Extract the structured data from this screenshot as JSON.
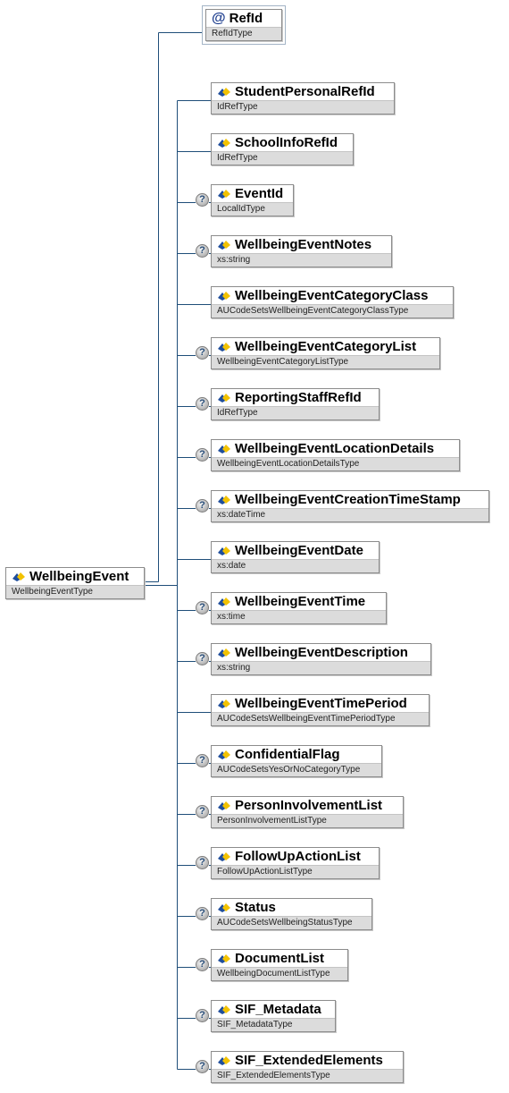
{
  "root": {
    "name": "WellbeingEvent",
    "type": "WellbeingEventType"
  },
  "attribute": {
    "name": "RefId",
    "type": "RefIdType"
  },
  "elements": [
    {
      "name": "StudentPersonalRefId",
      "type": "IdRefType",
      "optional": false
    },
    {
      "name": "SchoolInfoRefId",
      "type": "IdRefType",
      "optional": false
    },
    {
      "name": "EventId",
      "type": "LocalIdType",
      "optional": true
    },
    {
      "name": "WellbeingEventNotes",
      "type": "xs:string",
      "optional": true
    },
    {
      "name": "WellbeingEventCategoryClass",
      "type": "AUCodeSetsWellbeingEventCategoryClassType",
      "optional": false
    },
    {
      "name": "WellbeingEventCategoryList",
      "type": "WellbeingEventCategoryListType",
      "optional": true
    },
    {
      "name": "ReportingStaffRefId",
      "type": "IdRefType",
      "optional": true
    },
    {
      "name": "WellbeingEventLocationDetails",
      "type": "WellbeingEventLocationDetailsType",
      "optional": true
    },
    {
      "name": "WellbeingEventCreationTimeStamp",
      "type": "xs:dateTime",
      "optional": true
    },
    {
      "name": "WellbeingEventDate",
      "type": "xs:date",
      "optional": false
    },
    {
      "name": "WellbeingEventTime",
      "type": "xs:time",
      "optional": true
    },
    {
      "name": "WellbeingEventDescription",
      "type": "xs:string",
      "optional": true
    },
    {
      "name": "WellbeingEventTimePeriod",
      "type": "AUCodeSetsWellbeingEventTimePeriodType",
      "optional": false
    },
    {
      "name": "ConfidentialFlag",
      "type": "AUCodeSetsYesOrNoCategoryType",
      "optional": true
    },
    {
      "name": "PersonInvolvementList",
      "type": "PersonInvolvementListType",
      "optional": true
    },
    {
      "name": "FollowUpActionList",
      "type": "FollowUpActionListType",
      "optional": true
    },
    {
      "name": "Status",
      "type": "AUCodeSetsWellbeingStatusType",
      "optional": true
    },
    {
      "name": "DocumentList",
      "type": "WellbeingDocumentListType",
      "optional": true
    },
    {
      "name": "SIF_Metadata",
      "type": "SIF_MetadataType",
      "optional": true
    },
    {
      "name": "SIF_ExtendedElements",
      "type": "SIF_ExtendedElementsType",
      "optional": true
    }
  ],
  "optional_marker": "?",
  "attribute_marker": "@",
  "colors": {
    "wire": "#1f4e79",
    "icon_blue": "#1f4e9c",
    "icon_yellow": "#f2c200",
    "type_bar": "#dcdcdc"
  }
}
